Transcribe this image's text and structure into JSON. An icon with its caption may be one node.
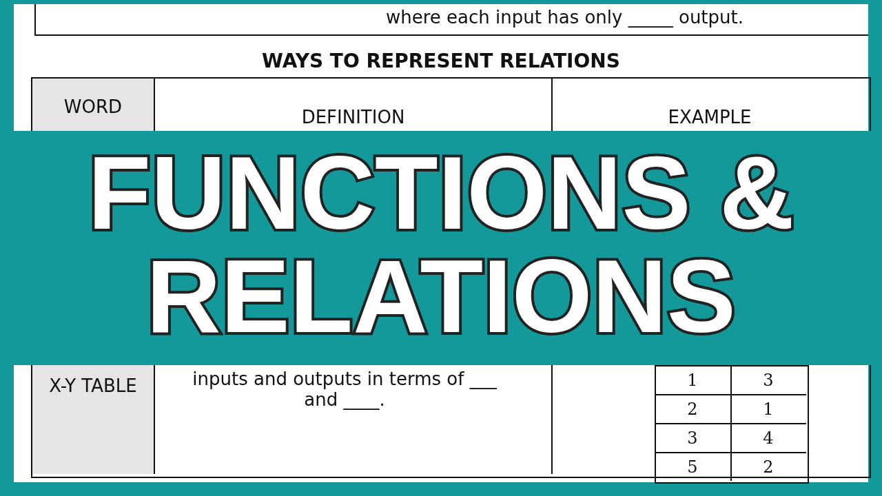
{
  "diagram": {
    "title": "FUNCTIONS & RELATIONS",
    "labels": [
      "where each input has only _____ output.",
      "WAYS TO REPRESENT RELATIONS",
      "WORD",
      "DEFINITION",
      "EXAMPLE",
      "X-Y TABLE",
      "inputs and outputs in terms of ___ and ____.",
      "1",
      "3",
      "2",
      "1",
      "3",
      "4",
      "5",
      "2"
    ]
  }
}
